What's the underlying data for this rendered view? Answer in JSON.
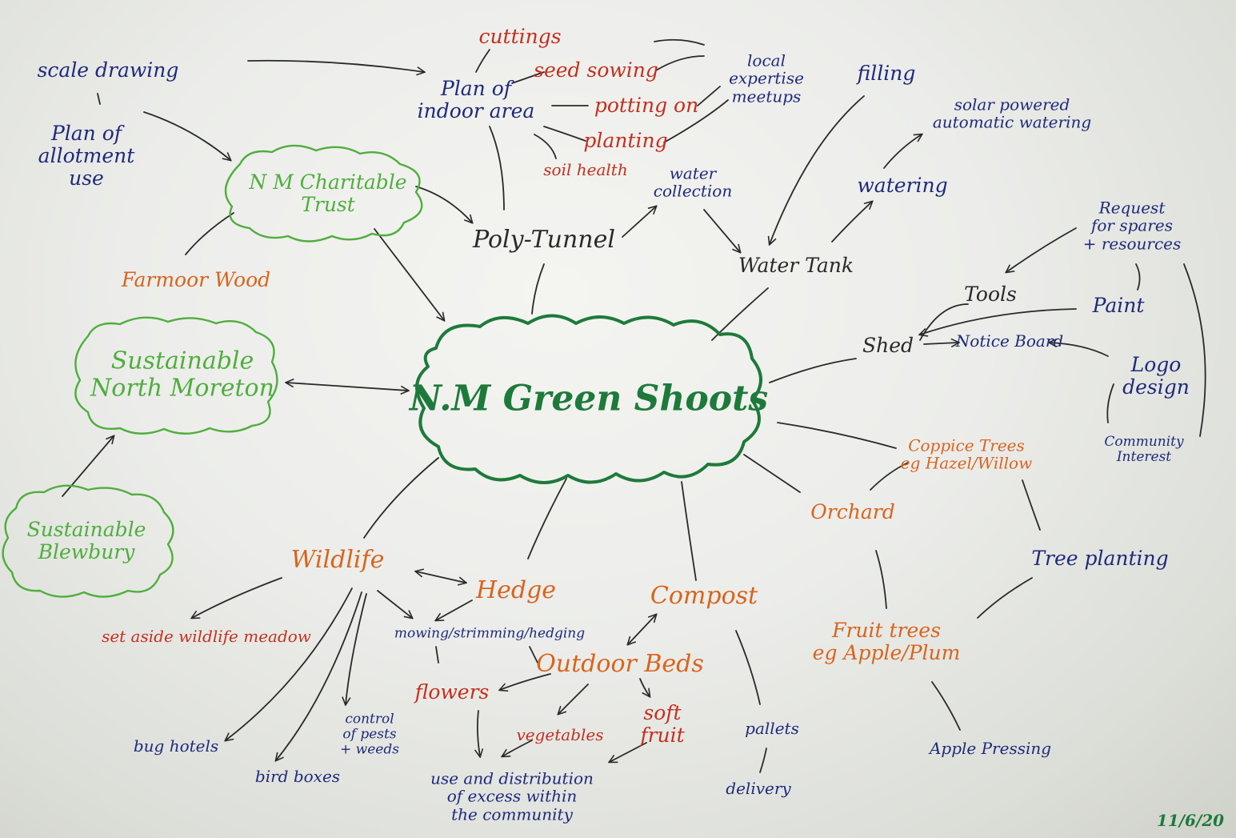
{
  "colors": {
    "ink_black": "#2a2a2a",
    "ink_blue": "#1f2a7a",
    "ink_red": "#c4301f",
    "ink_orange": "#d9641e",
    "ink_light_green": "#4fae3e",
    "ink_dark_green": "#1e7a3a"
  },
  "center": {
    "label": "N.M Green Shoots"
  },
  "nodes": {
    "scale_drawing": "scale drawing",
    "plan_allotment": "Plan of\nallotment\nuse",
    "charitable_trust": "N M Charitable\nTrust",
    "farmoor_wood": "Farmoor Wood",
    "sustainable_nm": "Sustainable\nNorth Moreton",
    "sustainable_blewbury": "Sustainable\nBlewbury",
    "cuttings": "cuttings",
    "plan_indoor": "Plan of\nindoor area",
    "seed_sowing": "seed sowing",
    "potting_on": "potting on",
    "planting": "planting",
    "soil_health": "soil health",
    "local_expertise": "local\nexpertise\nmeetups",
    "poly_tunnel": "Poly-Tunnel",
    "water_collection": "water\ncollection",
    "filling": "filling",
    "water_tank": "Water Tank",
    "watering": "watering",
    "solar_watering": "solar powered\nautomatic watering",
    "request_spares": "Request\nfor spares\n+ resources",
    "tools": "Tools",
    "paint": "Paint",
    "shed": "Shed",
    "notice_board": "Notice Board",
    "logo_design": "Logo\ndesign",
    "community_interest": "Community\nInterest",
    "coppice_trees": "Coppice Trees\neg Hazel/Willow",
    "orchard": "Orchard",
    "tree_planting": "Tree planting",
    "fruit_trees": "Fruit trees\neg Apple/Plum",
    "apple_pressing": "Apple Pressing",
    "wildlife": "Wildlife",
    "hedge": "Hedge",
    "set_aside": "set aside wildlife meadow",
    "mowing": "mowing/strimming/hedging",
    "compost": "Compost",
    "outdoor_beds": "Outdoor Beds",
    "flowers": "flowers",
    "vegetables": "vegetables",
    "soft_fruit": "soft\nfruit",
    "use_distribution": "use and distribution\nof excess within\nthe community",
    "pallets": "pallets",
    "delivery": "delivery",
    "bug_hotels": "bug hotels",
    "bird_boxes": "bird boxes",
    "control_pests": "control\nof pests\n+ weeds"
  },
  "date": "11/6/20"
}
